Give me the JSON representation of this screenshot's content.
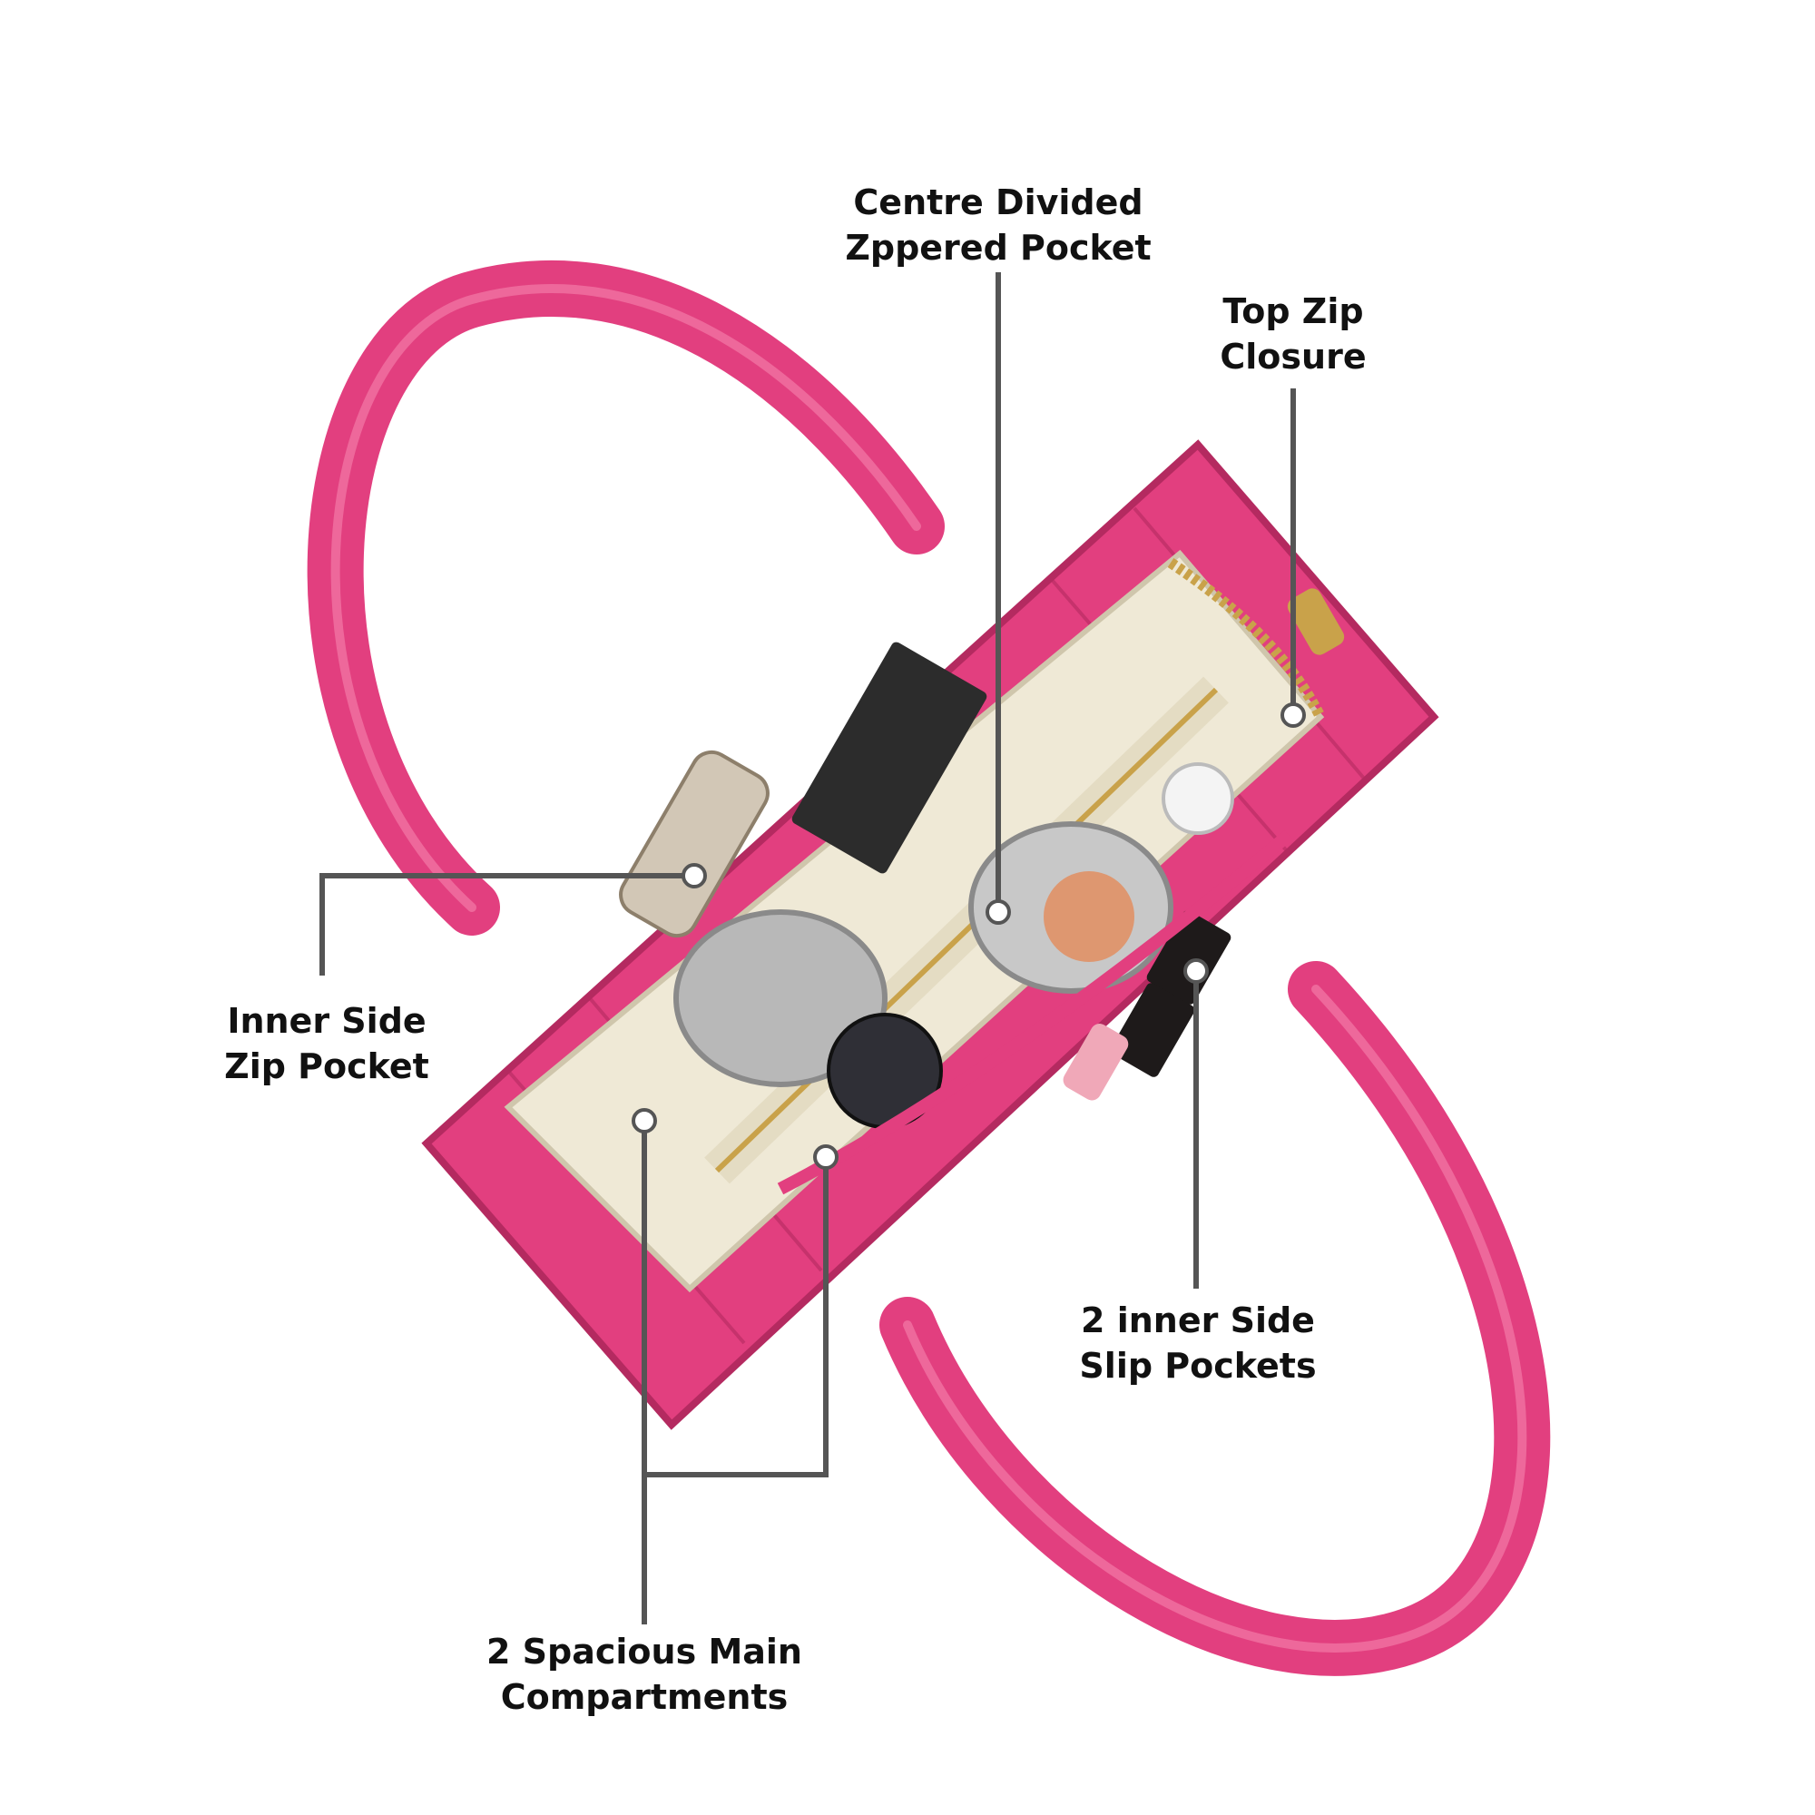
{
  "colors": {
    "bag_pink": "#e23f7f",
    "bag_pink_dark": "#b42a60",
    "bag_pink_light": "#f37aa6",
    "lining": "#efe9d6",
    "lining_shadow": "#cfc6ac",
    "hardware_gold": "#c9a24a",
    "leader_line": "#555555",
    "label_text": "#111111"
  },
  "callouts": [
    {
      "id": "centre-divided-pocket",
      "lines": [
        "Centre Divided",
        "Zppered Pocket"
      ]
    },
    {
      "id": "top-zip-closure",
      "lines": [
        "Top Zip",
        "Closure"
      ]
    },
    {
      "id": "inner-side-zip-pocket",
      "lines": [
        "Inner Side",
        "Zip Pocket"
      ]
    },
    {
      "id": "inner-side-slip-pockets",
      "lines": [
        "2 inner Side",
        "Slip Pockets"
      ]
    },
    {
      "id": "main-compartments",
      "lines": [
        "2 Spacious Main",
        "Compartments"
      ]
    }
  ]
}
